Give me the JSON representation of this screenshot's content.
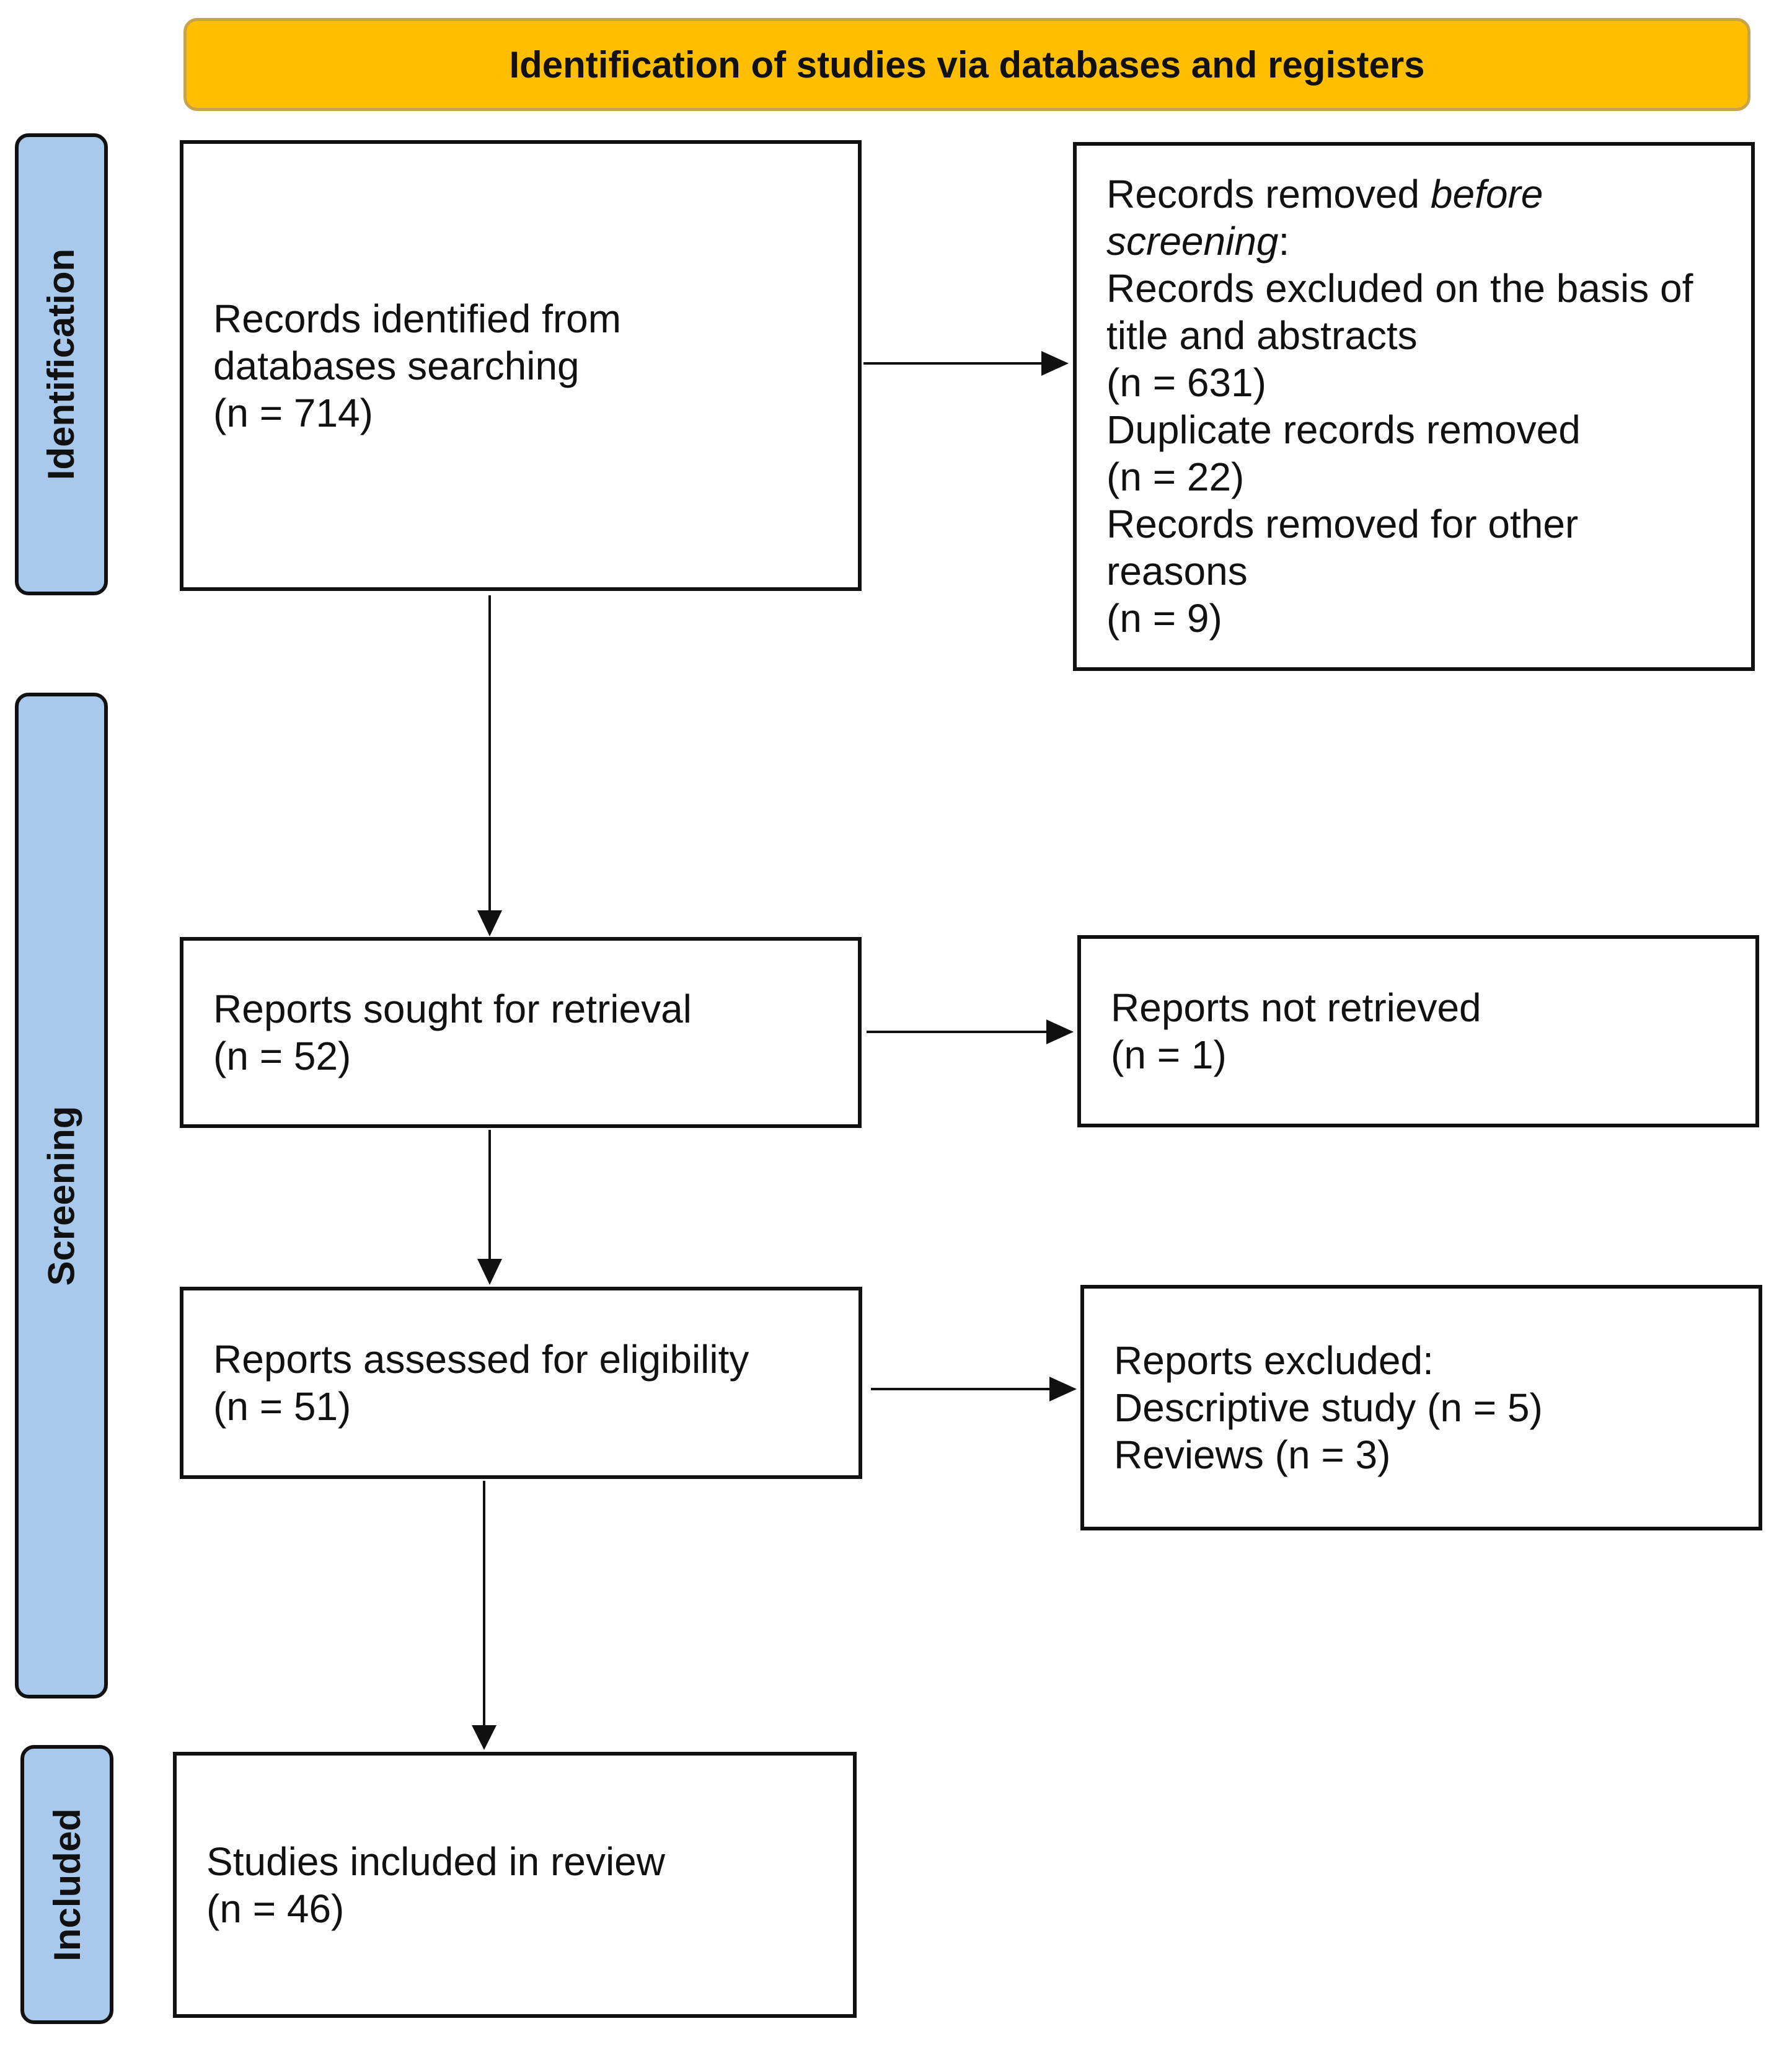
{
  "header": {
    "title": "Identification of studies via databases and registers"
  },
  "stages": {
    "identification": "Identification",
    "screening": "Screening",
    "included": "Included"
  },
  "boxes": {
    "records_identified": {
      "line1": "Records identified from",
      "line2": "databases searching",
      "count": "(n = 714)"
    },
    "records_removed": {
      "line1_a": "Records removed ",
      "line1_b_italic": "before",
      "line2_italic": "screening",
      "line2_colon": ":",
      "line3": "Records excluded on the basis of",
      "line4": "title and abstracts",
      "line5": "(n = 631)",
      "line6": "Duplicate records removed",
      "line7": "(n = 22)",
      "line8": "Records removed for other",
      "line9": "reasons",
      "line10": "(n = 9)"
    },
    "reports_sought": {
      "label": "Reports sought for retrieval",
      "count": "(n = 52)"
    },
    "reports_not_retrieved": {
      "label": "Reports not retrieved",
      "count": "(n = 1)"
    },
    "reports_assessed": {
      "label": "Reports assessed for eligibility",
      "count": "(n = 51)"
    },
    "reports_excluded": {
      "label": "Reports excluded:",
      "line2": "Descriptive study (n = 5)",
      "line3": "Reviews (n = 3)"
    },
    "studies_included": {
      "label": "Studies included in review",
      "count": "(n = 46)"
    }
  },
  "colors": {
    "header_fill": "#FFBF00",
    "stage_fill": "#A8C8EC",
    "line": "#111111"
  }
}
